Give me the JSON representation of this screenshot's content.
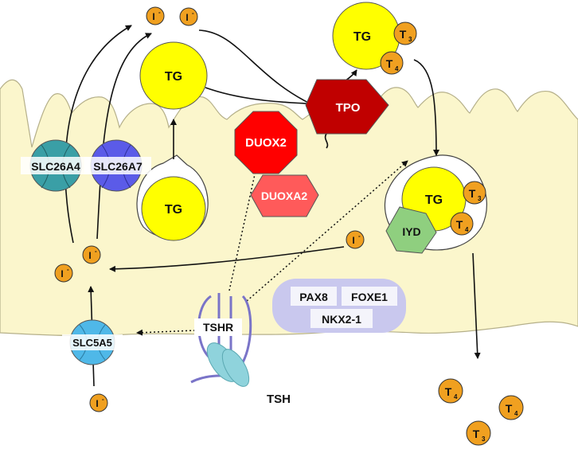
{
  "labels": {
    "tg": "TG",
    "iodide_base": "I",
    "iodide_sup": "-",
    "t_base": "T",
    "sub3": "3",
    "sub4": "4",
    "slc26a4": "SLC26A4",
    "slc26a7": "SLC26A7",
    "slc5a5": "SLC5A5",
    "tpo": "TPO",
    "duox2": "DUOX2",
    "duoxa2": "DUOXA2",
    "iyd": "IYD",
    "pax8": "PAX8",
    "foxe1": "FOXE1",
    "nkx21": "NKX2-1",
    "tshr": "TSHR",
    "tsh": "TSH"
  },
  "colors": {
    "cell": "#fbf6cc",
    "tg": "#ffff00",
    "iodide": "#f0a020",
    "tpo": "#c00000",
    "duox2": "#ff0000",
    "duoxa2": "#ff5a5a",
    "iyd": "#8fcf7f",
    "slc26a4": "#3a9fa6",
    "slc26a7": "#5b5be8",
    "slc5a5": "#4fb8e8",
    "tshr": "#7a74c8",
    "tsh": "#8fd3dc",
    "tf_box": "#c9c8ee"
  }
}
